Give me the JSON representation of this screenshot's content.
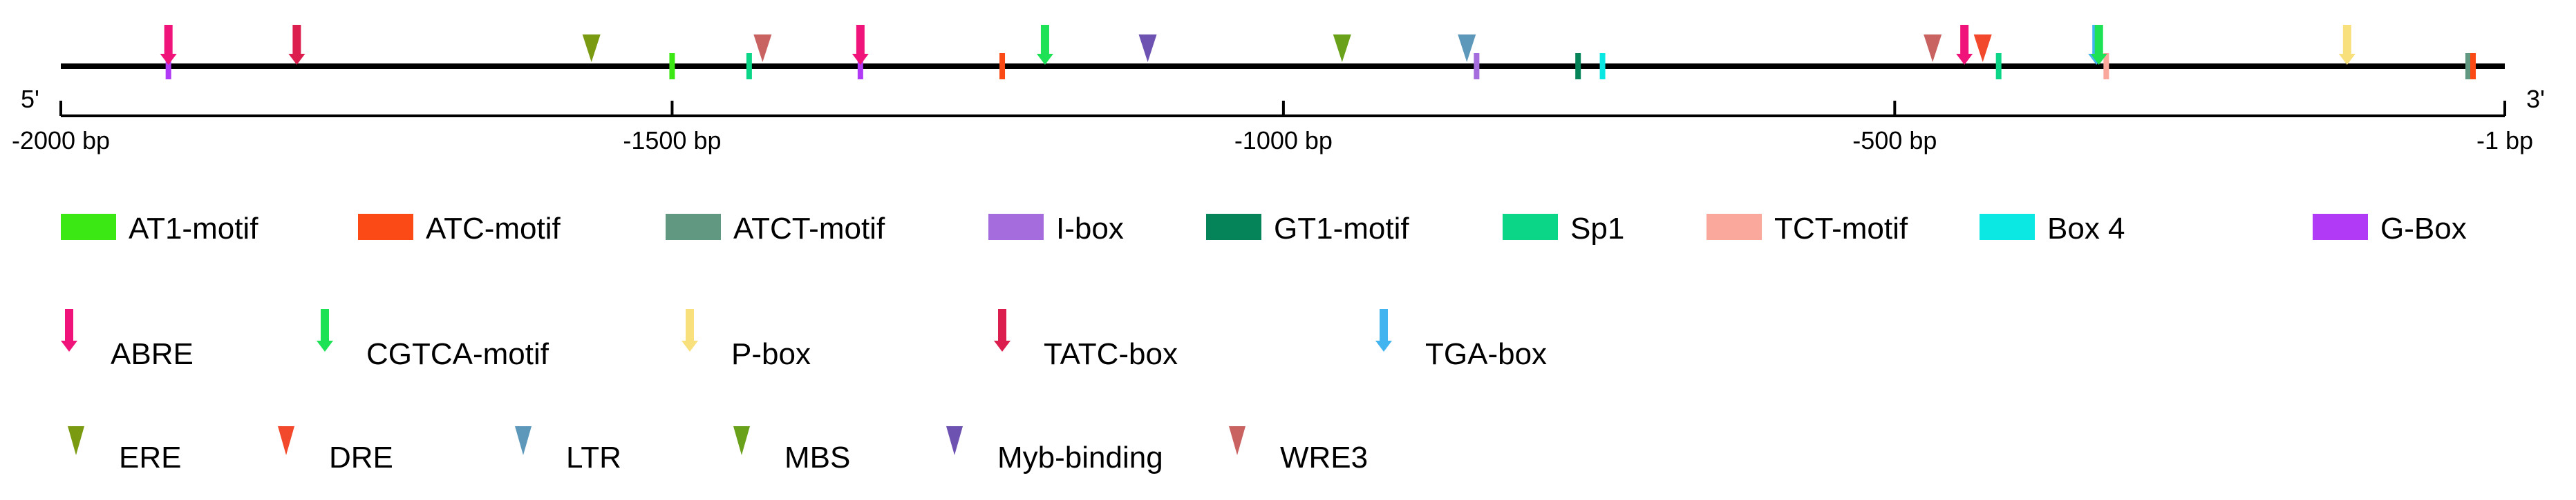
{
  "diagram": {
    "end_left": "5'",
    "end_right": "3'",
    "axis": {
      "min": -2000,
      "max": -1,
      "ticks": [
        {
          "value": -2000,
          "label": "-2000 bp"
        },
        {
          "value": -1500,
          "label": "-1500 bp"
        },
        {
          "value": -1000,
          "label": "-1000 bp"
        },
        {
          "value": -500,
          "label": "-500 bp"
        },
        {
          "value": -1,
          "label": "-1 bp"
        }
      ]
    },
    "legend_boxes": [
      {
        "key": "at1",
        "label": "AT1-motif",
        "color": "#3be814"
      },
      {
        "key": "atc",
        "label": "ATC-motif",
        "color": "#fb4a16"
      },
      {
        "key": "atct",
        "label": "ATCT-motif",
        "color": "#609882"
      },
      {
        "key": "ibox",
        "label": "I-box",
        "color": "#a56cde"
      },
      {
        "key": "gt1",
        "label": "GT1-motif",
        "color": "#05845a"
      },
      {
        "key": "sp1",
        "label": "Sp1",
        "color": "#0bd586"
      },
      {
        "key": "tct",
        "label": "TCT-motif",
        "color": "#fba89c"
      },
      {
        "key": "box4",
        "label": "Box 4",
        "color": "#0be8e3"
      },
      {
        "key": "gbox",
        "label": "G-Box",
        "color": "#b03af6"
      }
    ],
    "legend_arrows": [
      {
        "key": "abre",
        "label": "ABRE",
        "color": "#f0147a"
      },
      {
        "key": "cgtca",
        "label": "CGTCA-motif",
        "color": "#1ee256"
      },
      {
        "key": "pbox",
        "label": "P-box",
        "color": "#f8e07c"
      },
      {
        "key": "tatc",
        "label": "TATC-box",
        "color": "#dc1e4e"
      },
      {
        "key": "tga",
        "label": "TGA-box",
        "color": "#42b4ef"
      }
    ],
    "legend_triangles": [
      {
        "key": "ere",
        "label": "ERE",
        "color": "#7a9a12"
      },
      {
        "key": "dre",
        "label": "DRE",
        "color": "#f2492c"
      },
      {
        "key": "ltr",
        "label": "LTR",
        "color": "#5d98ba"
      },
      {
        "key": "mbs",
        "label": "MBS",
        "color": "#6aa11a"
      },
      {
        "key": "myb",
        "label": "Myb-binding",
        "color": "#6e52b2"
      },
      {
        "key": "wre3",
        "label": "WRE3",
        "color": "#c96362"
      }
    ],
    "bars": [
      {
        "type": "gbox",
        "pos": -1912
      },
      {
        "type": "at1",
        "pos": -1500
      },
      {
        "type": "sp1",
        "pos": -1437
      },
      {
        "type": "gbox",
        "pos": -1346
      },
      {
        "type": "atc",
        "pos": -1230
      },
      {
        "type": "ibox",
        "pos": -842
      },
      {
        "type": "gt1",
        "pos": -759
      },
      {
        "type": "box4",
        "pos": -739
      },
      {
        "type": "sp1",
        "pos": -415
      },
      {
        "type": "tct",
        "pos": -327
      },
      {
        "type": "atct",
        "pos": -31
      },
      {
        "type": "atc",
        "pos": -27
      }
    ],
    "arrows": [
      {
        "type": "abre",
        "pos": -1912
      },
      {
        "type": "tatc",
        "pos": -1807
      },
      {
        "type": "abre",
        "pos": -1346
      },
      {
        "type": "cgtca",
        "pos": -1195
      },
      {
        "type": "abre",
        "pos": -443
      },
      {
        "type": "tga",
        "pos": -335
      },
      {
        "type": "cgtca",
        "pos": -333
      },
      {
        "type": "pbox",
        "pos": -130
      }
    ],
    "triangles": [
      {
        "type": "ere",
        "pos": -1566
      },
      {
        "type": "wre3",
        "pos": -1426
      },
      {
        "type": "myb",
        "pos": -1111
      },
      {
        "type": "mbs",
        "pos": -952
      },
      {
        "type": "ltr",
        "pos": -850
      },
      {
        "type": "wre3",
        "pos": -469
      },
      {
        "type": "dre",
        "pos": -428
      }
    ]
  }
}
